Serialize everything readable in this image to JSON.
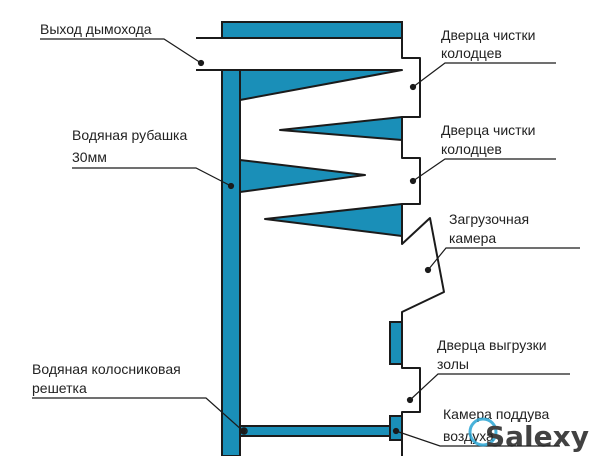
{
  "colors": {
    "water": "#1a8fb8",
    "line": "#1b1b1b",
    "text": "#222222",
    "watermark": "#2aa5d4"
  },
  "labels": {
    "chimney_outlet": "Выход дымохода",
    "water_jacket_1": "Водяная рубашка",
    "water_jacket_2": "30мм",
    "door_upper_1": "Дверца чистки",
    "door_upper_2": "колодцев",
    "door_middle_1": "Дверца чистки",
    "door_middle_2": "колодцев",
    "load_chamber_1": "Загрузочная",
    "load_chamber_2": "камера",
    "ash_door_1": "Дверца выгрузки",
    "ash_door_2": "золы",
    "grate_1": "Водяная колосниковая",
    "grate_2": "решетка",
    "air_chamber_1": "Камера поддува",
    "air_chamber_2": "воздуха"
  },
  "watermark": {
    "text": "Salexy"
  }
}
